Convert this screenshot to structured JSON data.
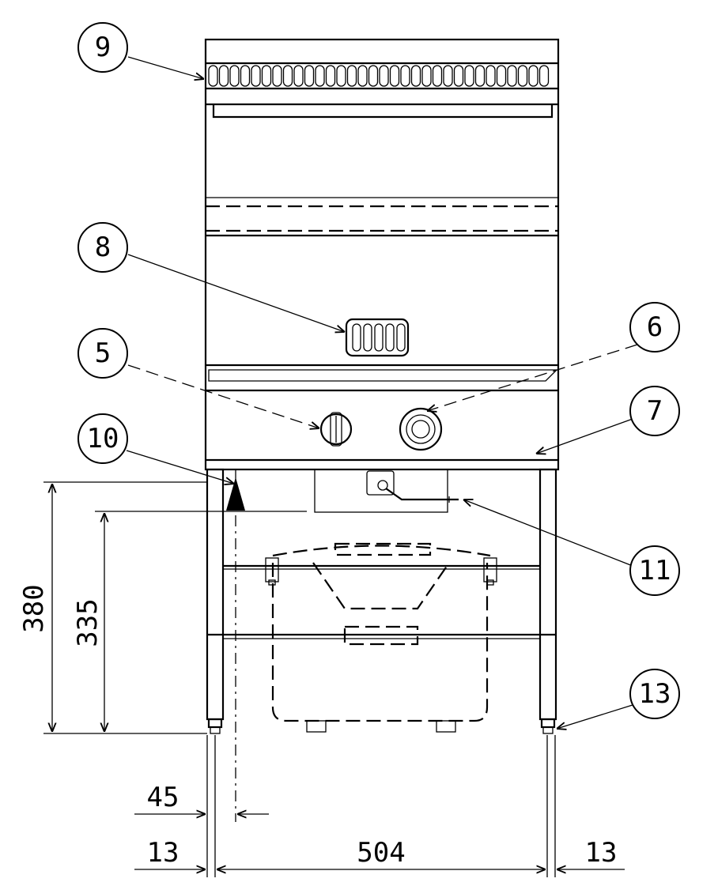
{
  "callouts": {
    "c9": "9",
    "c8": "8",
    "c5": "5",
    "c6": "6",
    "c7": "7",
    "c10": "10",
    "c11": "11",
    "c13": "13"
  },
  "dimensions": {
    "height_total": "380",
    "height_inner": "335",
    "offset_45": "45",
    "leg_left": "13",
    "width_main": "504",
    "leg_right": "13"
  }
}
